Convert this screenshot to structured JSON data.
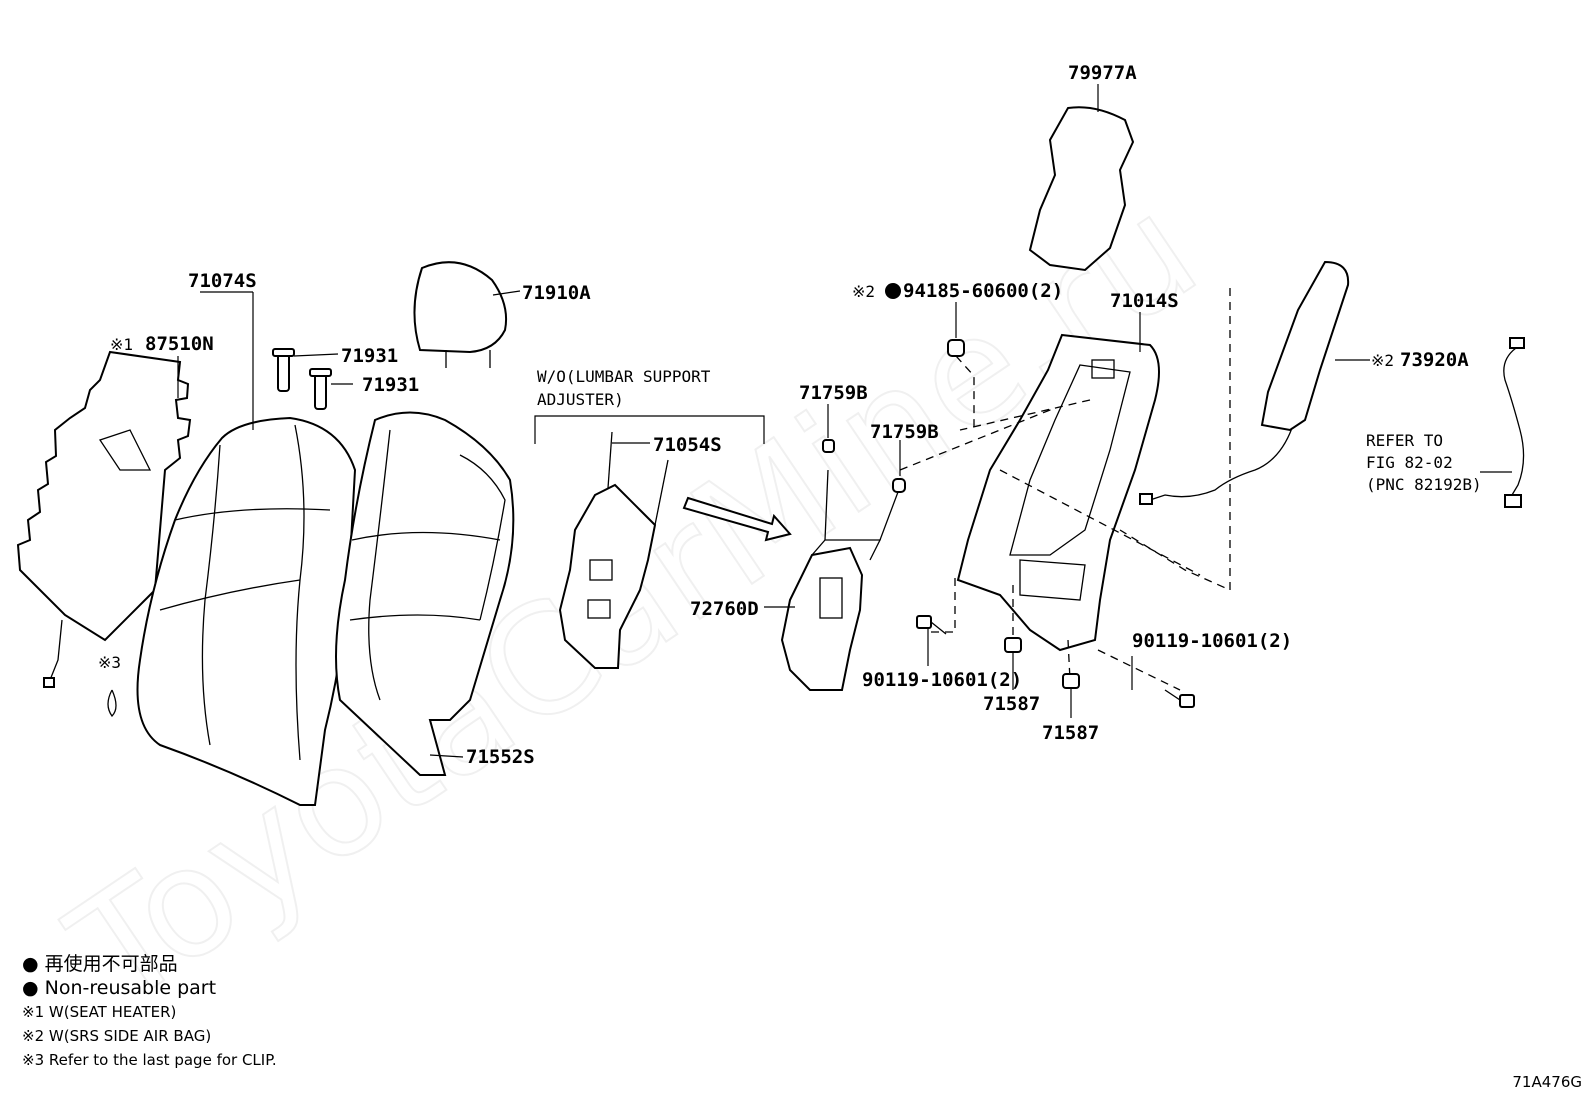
{
  "watermark": "ToyotaCarMine.ru",
  "figure_code": "71A476G",
  "group_label": {
    "line1": "W/O(LUMBAR SUPPORT",
    "line2": "ADJUSTER)"
  },
  "refer_note": {
    "line1": "REFER TO",
    "line2": "FIG 82-02",
    "line3": "(PNC 82192B)"
  },
  "callouts": {
    "p79977A": "79977A",
    "p71074S": "71074S",
    "p87510N_mark": "※1",
    "p87510N": "87510N",
    "p71931_a": "71931",
    "p71931_b": "71931",
    "p71910A": "71910A",
    "p94185_mark": "※2",
    "p94185": "94185-60600(2)",
    "p71014S": "71014S",
    "p73920A_mark": "※2",
    "p73920A": "73920A",
    "p71759B_a": "71759B",
    "p71759B_b": "71759B",
    "p71054S": "71054S",
    "p72760D": "72760D",
    "p90119_left": "90119-10601(2)",
    "p90119_right": "90119-10601(2)",
    "p71587_a": "71587",
    "p71587_b": "71587",
    "p71552S": "71552S",
    "p_clip_mark": "※3"
  },
  "legend": {
    "non_reusable_jp": "再使用不可部品",
    "non_reusable_en": "Non-reusable part",
    "note1": "※1 W(SEAT HEATER)",
    "note2": "※2 W(SRS SIDE AIR BAG)",
    "note3": "※3 Refer to the last page for CLIP."
  }
}
